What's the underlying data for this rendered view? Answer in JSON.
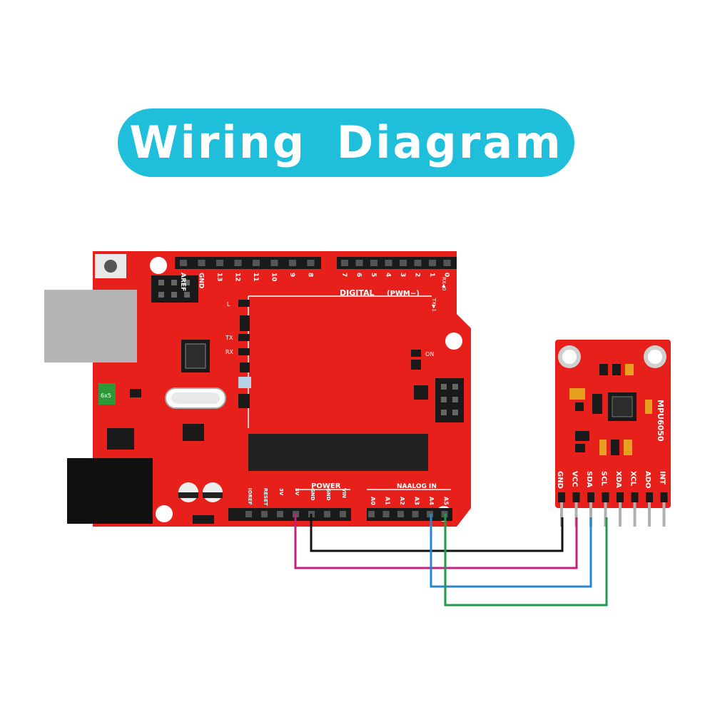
{
  "title": "Wiring Diagram",
  "colors": {
    "board": "#e8201b",
    "title_bg": "#1fbfdc",
    "wire_gnd": "#111111",
    "wire_vcc": "#c2207a",
    "wire_sda": "#2a86c8",
    "wire_scl": "#1f9a4a"
  },
  "arduino": {
    "digital_label": "DIGITAL",
    "pwm_label": "(PWM~)",
    "digital_pins_left": [
      "AREF",
      "GND",
      "13",
      "12",
      "11",
      "10",
      "9",
      "8"
    ],
    "digital_pins_right": [
      "7",
      "6",
      "5",
      "4",
      "3",
      "2",
      "1",
      "0"
    ],
    "tx_small": "TX▶1",
    "rx_small": "RX◀0",
    "led_l": "L",
    "led_tx": "TX",
    "led_rx": "RX",
    "led_on": "ON",
    "power_label": "POWER",
    "analog_label": "NAALOG IN",
    "power_pins": [
      "IOREF",
      "RESET",
      "3V",
      "5V",
      "GND",
      "GND",
      "VIN"
    ],
    "analog_pins": [
      "A0",
      "A1",
      "A2",
      "A3",
      "A4",
      "A5"
    ],
    "cap_label": "6x5"
  },
  "mpu": {
    "name": "MPU6050",
    "pins": [
      "GND",
      "VCC",
      "SDA",
      "SCL",
      "XDA",
      "XCL",
      "ADO",
      "INT"
    ]
  }
}
